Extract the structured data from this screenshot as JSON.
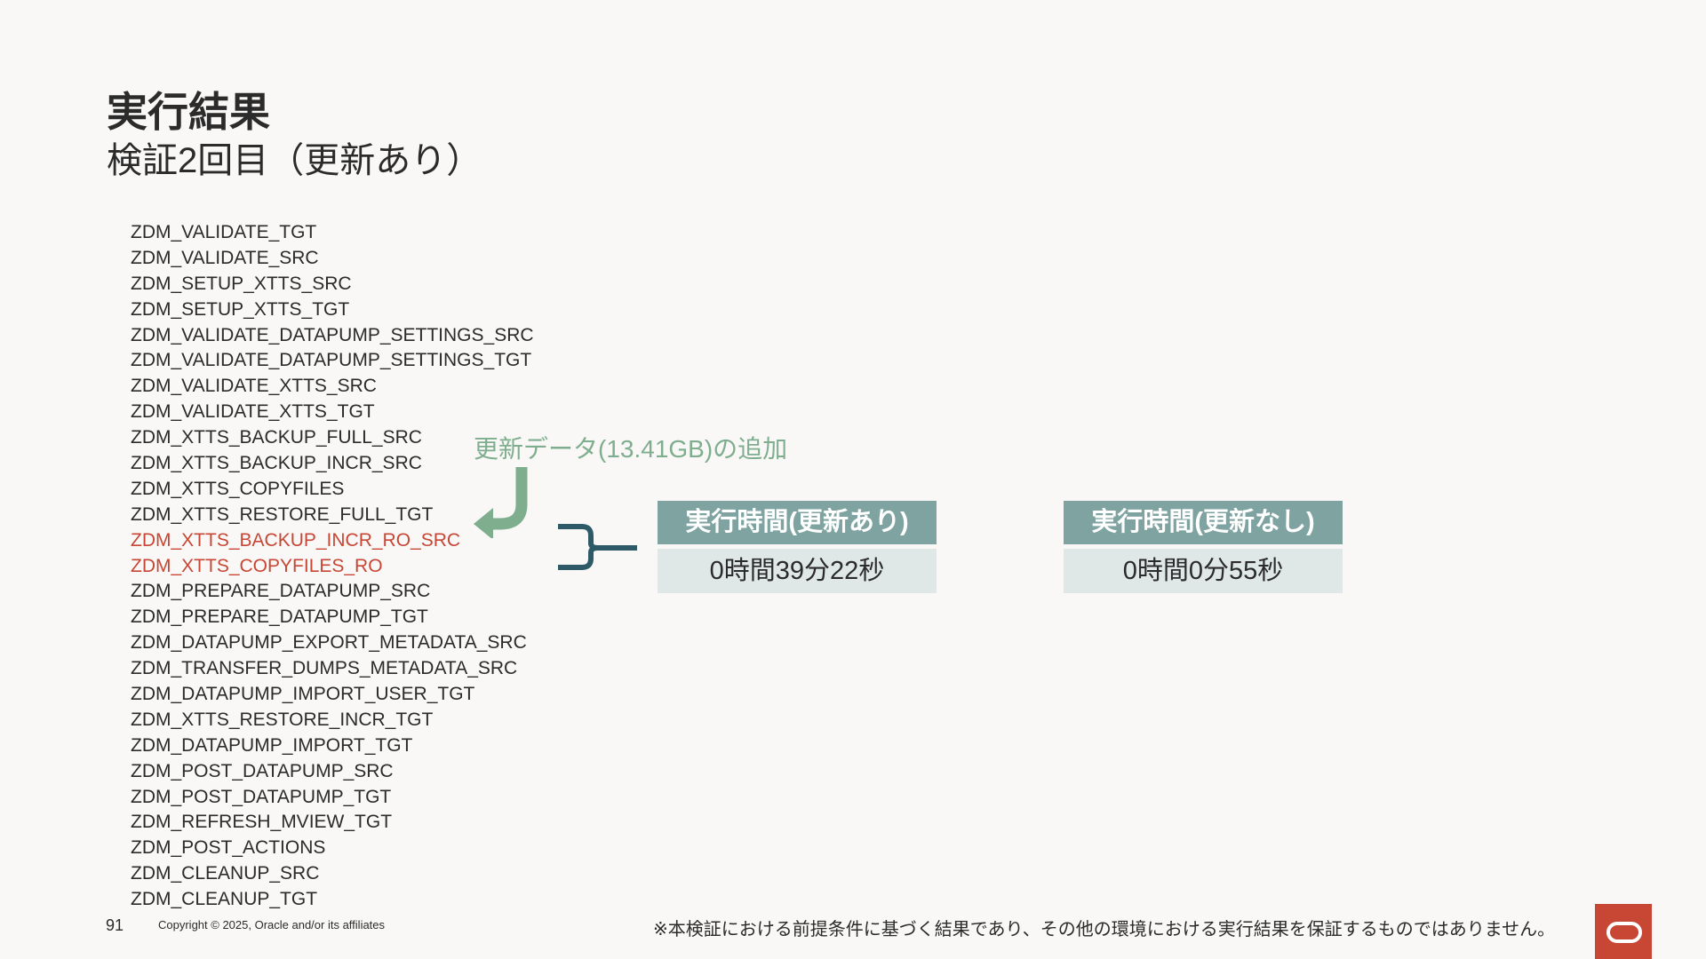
{
  "slide": {
    "title": "実行結果",
    "subtitle": "検証2回目（更新あり）"
  },
  "steps": [
    {
      "label": "ZDM_VALIDATE_TGT",
      "highlight": false
    },
    {
      "label": "ZDM_VALIDATE_SRC",
      "highlight": false
    },
    {
      "label": "ZDM_SETUP_XTTS_SRC",
      "highlight": false
    },
    {
      "label": "ZDM_SETUP_XTTS_TGT",
      "highlight": false
    },
    {
      "label": "ZDM_VALIDATE_DATAPUMP_SETTINGS_SRC",
      "highlight": false
    },
    {
      "label": "ZDM_VALIDATE_DATAPUMP_SETTINGS_TGT",
      "highlight": false
    },
    {
      "label": "ZDM_VALIDATE_XTTS_SRC",
      "highlight": false
    },
    {
      "label": "ZDM_VALIDATE_XTTS_TGT",
      "highlight": false
    },
    {
      "label": "ZDM_XTTS_BACKUP_FULL_SRC",
      "highlight": false
    },
    {
      "label": "ZDM_XTTS_BACKUP_INCR_SRC",
      "highlight": false
    },
    {
      "label": "ZDM_XTTS_COPYFILES",
      "highlight": false
    },
    {
      "label": "ZDM_XTTS_RESTORE_FULL_TGT",
      "highlight": false
    },
    {
      "label": "ZDM_XTTS_BACKUP_INCR_RO_SRC",
      "highlight": true
    },
    {
      "label": "ZDM_XTTS_COPYFILES_RO",
      "highlight": true
    },
    {
      "label": "ZDM_PREPARE_DATAPUMP_SRC",
      "highlight": false
    },
    {
      "label": "ZDM_PREPARE_DATAPUMP_TGT",
      "highlight": false
    },
    {
      "label": "ZDM_DATAPUMP_EXPORT_METADATA_SRC",
      "highlight": false
    },
    {
      "label": "ZDM_TRANSFER_DUMPS_METADATA_SRC",
      "highlight": false
    },
    {
      "label": "ZDM_DATAPUMP_IMPORT_USER_TGT",
      "highlight": false
    },
    {
      "label": "ZDM_XTTS_RESTORE_INCR_TGT",
      "highlight": false
    },
    {
      "label": "ZDM_DATAPUMP_IMPORT_TGT",
      "highlight": false
    },
    {
      "label": "ZDM_POST_DATAPUMP_SRC",
      "highlight": false
    },
    {
      "label": "ZDM_POST_DATAPUMP_TGT",
      "highlight": false
    },
    {
      "label": "ZDM_REFRESH_MVIEW_TGT",
      "highlight": false
    },
    {
      "label": "ZDM_POST_ACTIONS",
      "highlight": false
    },
    {
      "label": "ZDM_CLEANUP_SRC",
      "highlight": false
    },
    {
      "label": "ZDM_CLEANUP_TGT",
      "highlight": false
    }
  ],
  "annotation": {
    "text": "更新データ(13.41GB)の追加",
    "arrow_icon": "curved-arrow-down-left-icon",
    "brace_icon": "right-brace-icon"
  },
  "result_boxes": [
    {
      "header": "実行時間(更新あり)",
      "value": "0時間39分22秒"
    },
    {
      "header": "実行時間(更新なし)",
      "value": "0時間0分55秒"
    }
  ],
  "footer": {
    "page_number": "91",
    "copyright": "Copyright © 2025, Oracle and/or its affiliates",
    "note": "※本検証における前提条件に基づく結果であり、その他の環境における実行結果を保証するものではありません。"
  },
  "colors": {
    "background": "#f9f8f7",
    "text": "#2b2b2b",
    "highlight": "#c74634",
    "annotation": "#7fae8f",
    "brace": "#2e5a68",
    "box_header": "#7fa3a1",
    "box_value": "#dfe7e7",
    "logo": "#c74634"
  }
}
